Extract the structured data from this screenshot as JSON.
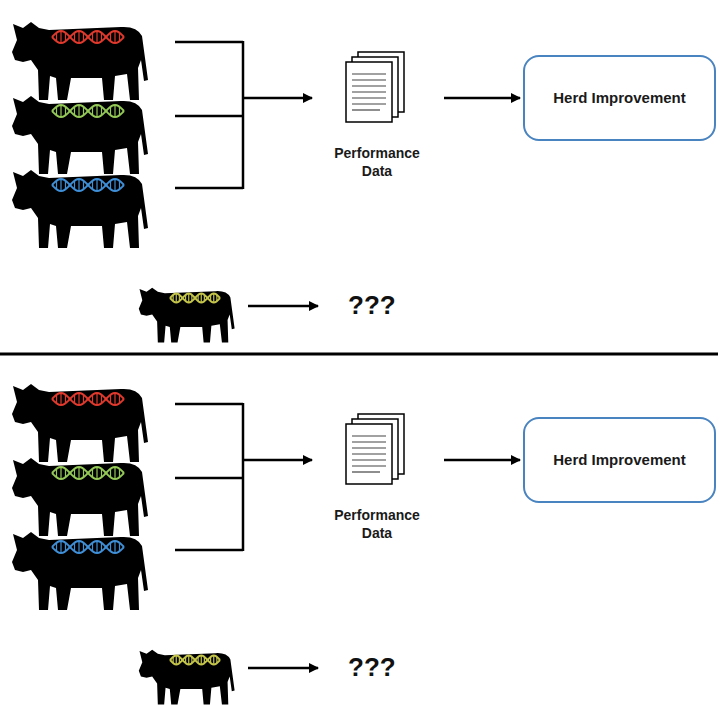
{
  "diagram": {
    "nodes": [
      {
        "text": [
          "Performance Data"
        ]
      },
      {
        "text": [
          "Herd Improvement"
        ]
      },
      {
        "text": [
          "Performance Data"
        ]
      },
      {
        "text": [
          "Herd Improvement"
        ]
      }
    ],
    "edges": [
      {
        "from": 0,
        "to": 1,
        "arrow": "to"
      },
      {
        "from": 2,
        "to": 3,
        "arrow": "to"
      }
    ],
    "labels": [
      "???",
      "???"
    ]
  }
}
